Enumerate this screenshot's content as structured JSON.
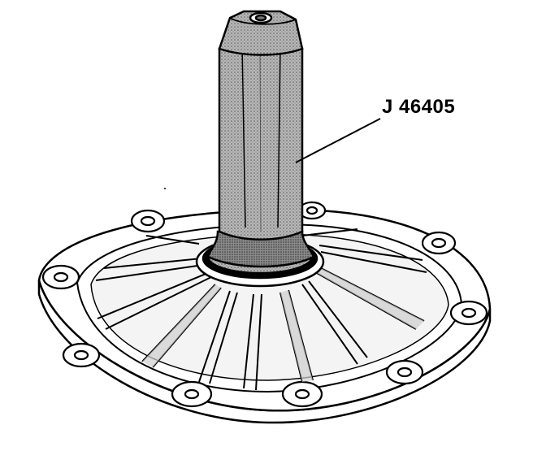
{
  "callout": {
    "label": "J 46405"
  },
  "colors": {
    "ink": "#000000",
    "paper": "#ffffff",
    "tool_shade": "#9a9a9a",
    "rib_shade": "#cfcfcf"
  },
  "parts": {
    "tool": "installer-tool",
    "cover": "transmission-cover"
  }
}
